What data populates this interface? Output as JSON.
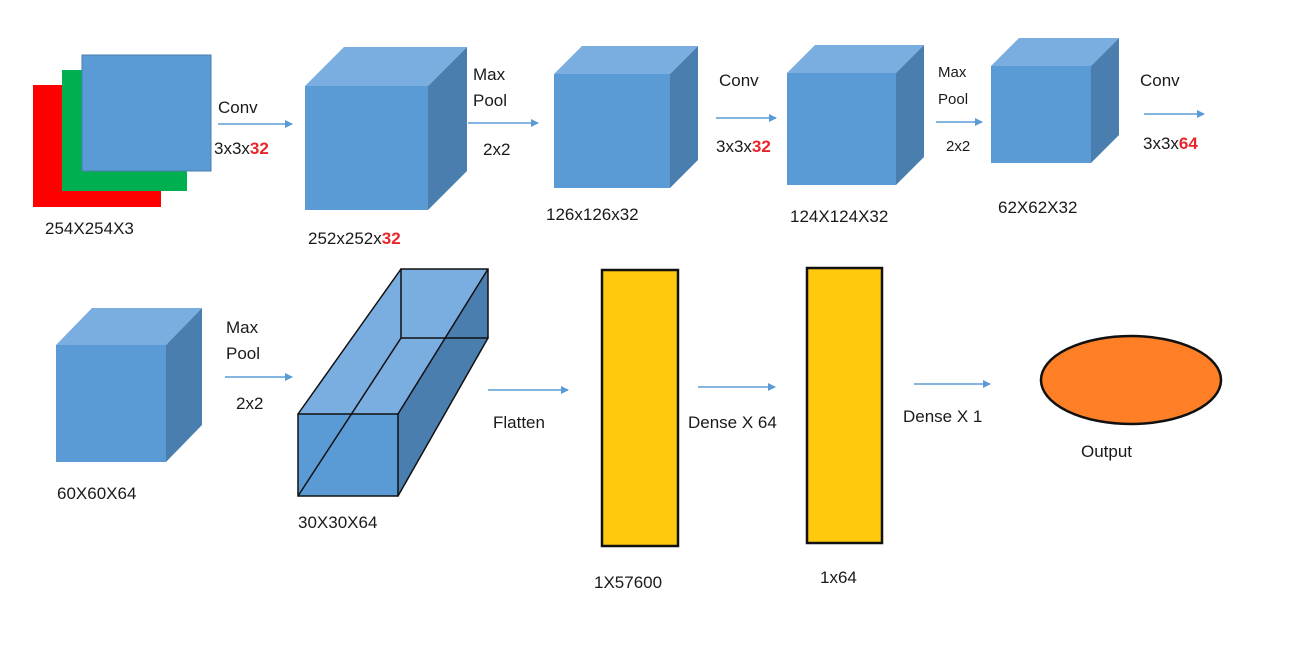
{
  "colors": {
    "cube_front": "#5b9bd5",
    "cube_top": "#7aaee0",
    "cube_side": "#4a7eae",
    "channel_red": "#ff0000",
    "channel_green": "#00b050",
    "dense": "#ffc90e",
    "output": "#ff7f27",
    "arrow": "#5b9bd5",
    "highlight": "#e8252a"
  },
  "row1": {
    "input_label": "254X254X3",
    "conv1": {
      "name": "Conv",
      "kernel_prefix": "3x3x",
      "filters": "32"
    },
    "feat1_prefix": "252x252x",
    "feat1_filters": "32",
    "pool1": {
      "name_line1": "Max",
      "name_line2": "Pool",
      "size": "2x2"
    },
    "feat2_label": "126x126x32",
    "conv2": {
      "name": "Conv",
      "kernel_prefix": "3x3x",
      "filters": "32"
    },
    "feat3_label": "124X124X32",
    "pool2": {
      "name_line1": "Max",
      "name_line2": "Pool",
      "size": "2x2"
    },
    "feat4_label": "62X62X32",
    "conv3": {
      "name": "Conv",
      "kernel_prefix": "3x3x",
      "filters": "64"
    }
  },
  "row2": {
    "feat5_label": "60X60X64",
    "pool3": {
      "name_line1": "Max",
      "name_line2": "Pool",
      "size": "2x2"
    },
    "feat6_label": "30X30X64",
    "flatten": "Flatten",
    "flat_label": "1X57600",
    "dense1": "Dense X 64",
    "dense1_label": "1x64",
    "dense2": "Dense X 1",
    "output_label": "Output"
  }
}
